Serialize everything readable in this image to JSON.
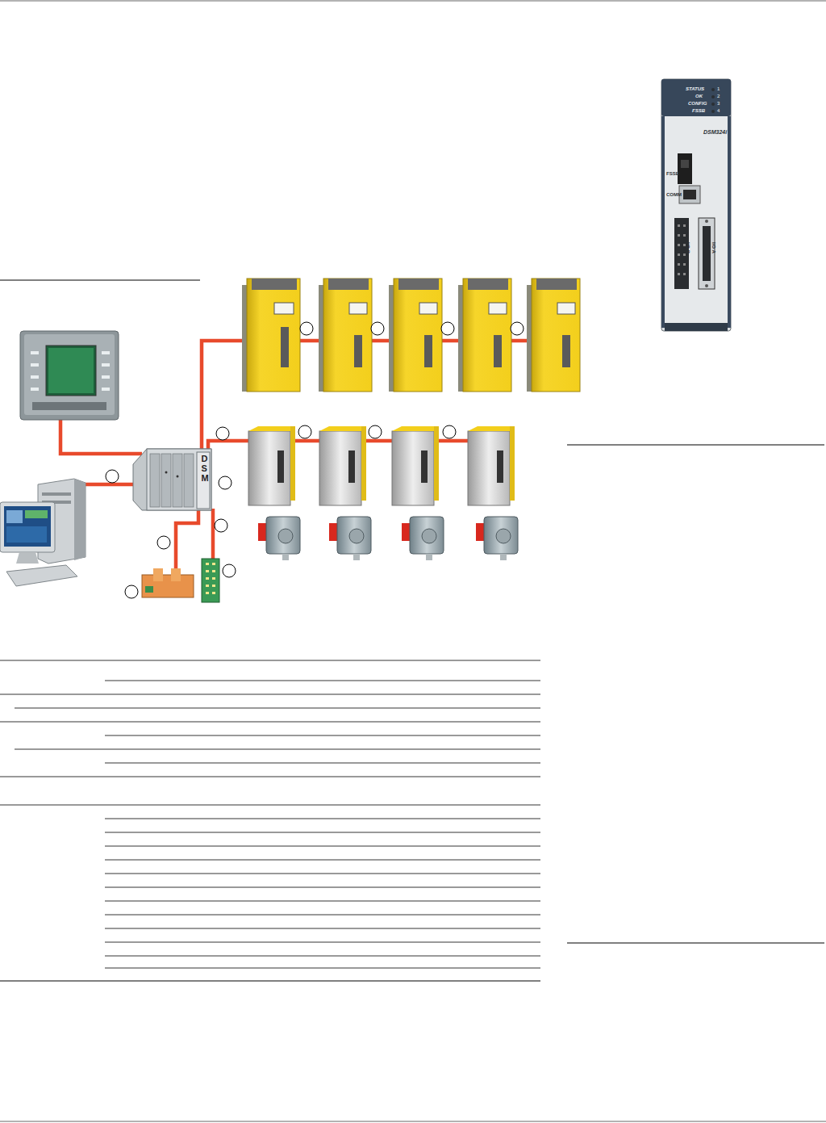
{
  "diagram": {
    "nodes": [
      {
        "text": [
          "DSM"
        ]
      }
    ],
    "labels": [
      "STATUS",
      "1",
      "OK",
      "2",
      "CONFIG",
      "3",
      "FSSB",
      "4",
      "DSM324i",
      "FSSB",
      "COMM",
      "I/O B",
      "I/O A"
    ]
  }
}
